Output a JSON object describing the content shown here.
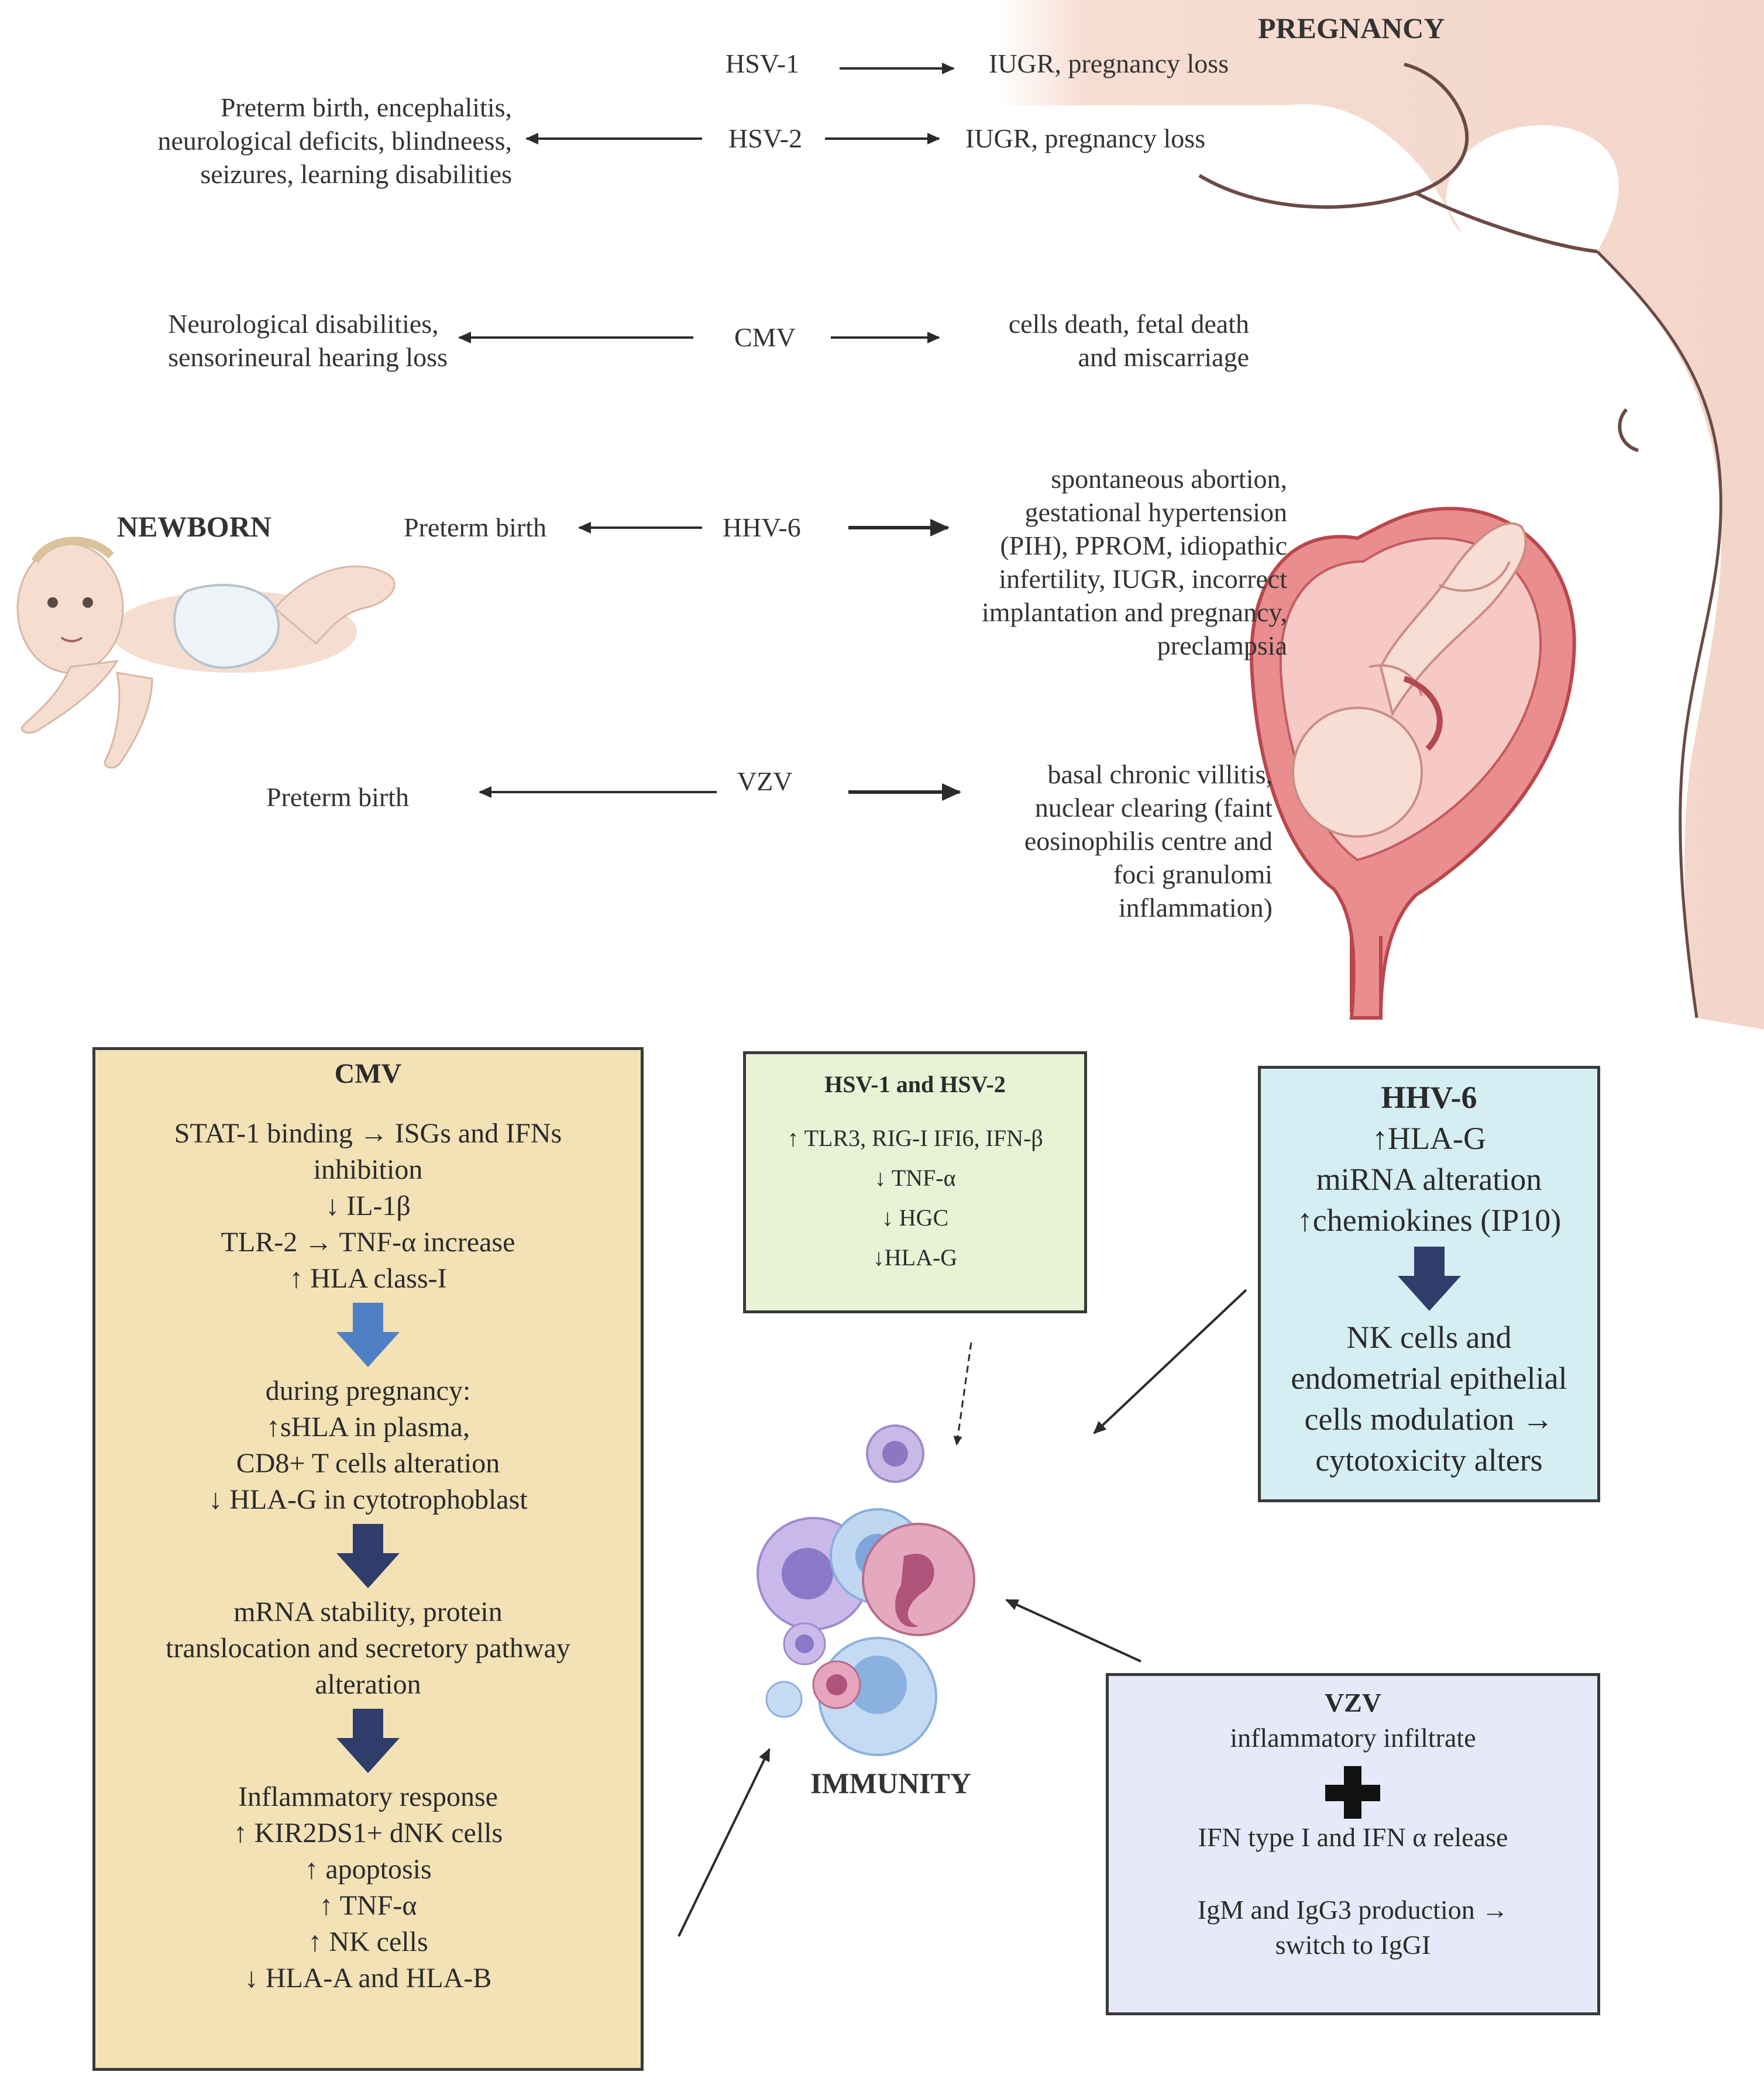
{
  "headings": {
    "pregnancy": "PREGNANCY",
    "newborn": "NEWBORN",
    "immunity": "IMMUNITY"
  },
  "viruses": {
    "hsv1": {
      "name": "HSV-1",
      "pregnancy_effect": "IUGR, pregnancy loss"
    },
    "hsv2": {
      "name": "HSV-2",
      "pregnancy_effect": "IUGR, pregnancy loss",
      "newborn_effect": [
        "Preterm birth, encephalitis,",
        "neurological deficits, blindneess,",
        "seizures, learning disabilities"
      ]
    },
    "cmv": {
      "name": "CMV",
      "pregnancy_effect": [
        "cells death, fetal death",
        "and miscarriage"
      ],
      "newborn_effect": [
        "Neurological disabilities,",
        "sensorineural hearing loss"
      ]
    },
    "hhv6": {
      "name": "HHV-6",
      "newborn_effect": "Preterm birth",
      "pregnancy_effect": [
        "spontaneous abortion,",
        "gestational hypertension",
        "(PIH), PPROM, idiopathic",
        "infertility, IUGR, incorrect",
        "implantation and pregnancy,",
        "preclampsia"
      ]
    },
    "vzv": {
      "name": "VZV",
      "newborn_effect": "Preterm birth",
      "pregnancy_effect": [
        "basal chronic villitis,",
        "nuclear clearing (faint",
        "eosinophilis centre and",
        "foci granulomi",
        "inflammation)"
      ]
    }
  },
  "boxes": {
    "cmv": {
      "title": "CMV",
      "block1": [
        "STAT-1 binding  → ISGs and IFNs",
        "inhibition",
        "↓ IL-1β",
        "TLR-2 → TNF-α increase",
        "↑ HLA class-I"
      ],
      "block2": [
        "during pregnancy:",
        "↑sHLA in plasma,",
        "CD8+ T cells alteration",
        "↓ HLA-G in cytotrophoblast"
      ],
      "block3": [
        "mRNA stability, protein",
        "translocation and secretory pathway",
        "alteration"
      ],
      "block4": [
        "Inflammatory response",
        "↑ KIR2DS1+ dNK cells",
        "↑ apoptosis",
        "↑ TNF-α",
        "↑ NK cells",
        "↓ HLA-A and HLA-B"
      ],
      "fill": "#f3e2b6"
    },
    "hsv": {
      "title": "HSV-1 and HSV-2",
      "lines": [
        "↑ TLR3, RIG-I IFI6, IFN-β",
        "↓ TNF-α",
        "↓ HGC",
        "↓HLA-G"
      ],
      "fill": "#e8f3d6"
    },
    "hhv6": {
      "title": "HHV-6",
      "lines_top": [
        "↑HLA-G",
        "miRNA alteration",
        "↑chemiokines (IP10)"
      ],
      "lines_bottom": [
        "NK cells and",
        "endometrial epithelial",
        "cells modulation →",
        "cytotoxicity alters"
      ],
      "fill": "#d5eef3"
    },
    "vzv": {
      "title": "VZV",
      "line1": "inflammatory infiltrate",
      "line2": "IFN type I and IFN α release",
      "line3": [
        "IgM and IgG3 production →",
        "switch to IgGI"
      ],
      "fill": "#e6e9f9"
    }
  },
  "colors": {
    "skin": "#f6ddd2",
    "uterus": "#e0767a",
    "arrow_dark": "#2f3d6b",
    "arrow_blue": "#4f7fc4"
  }
}
